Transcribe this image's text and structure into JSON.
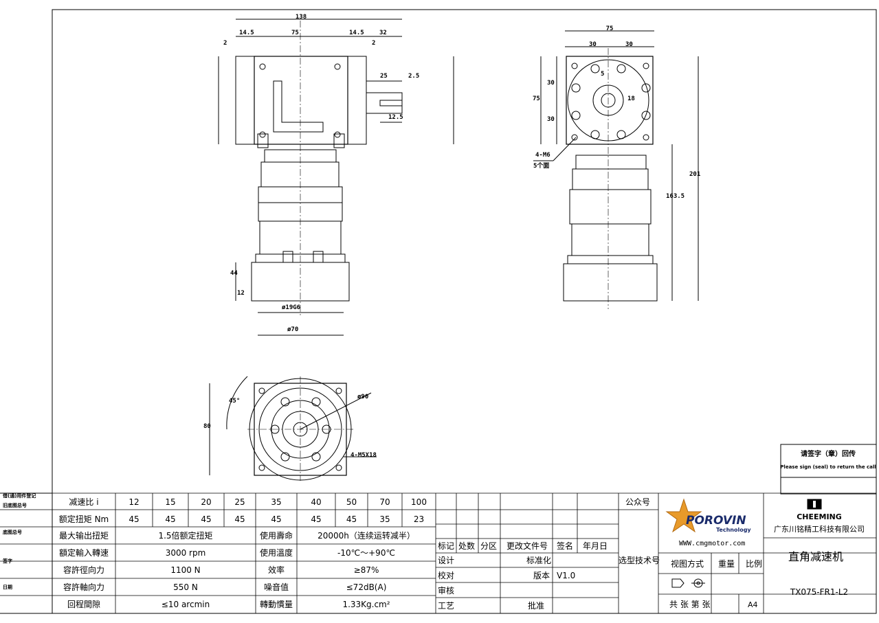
{
  "drawing": {
    "front_total": "138",
    "front_flange_l": "14.5",
    "front_square": "75",
    "front_flange_r": "14.5",
    "front_shaft": "32",
    "front_gap_l": "2",
    "front_gap_r": "2",
    "key_len": "25",
    "key_off": "2.5",
    "key_pos": "12.5",
    "base_h": "44",
    "base_lip": "12",
    "bore": "ø19G6",
    "pilot": "ø70",
    "side_width": "75",
    "side_half_l": "30",
    "side_half_r": "30",
    "side_height": "75",
    "side_v1": "30",
    "side_v2": "30",
    "side_key": "5",
    "side_shaft_h": "18",
    "overall": "201",
    "center": "163.5",
    "tap_note": "4-M6",
    "tap_faces": "5个面",
    "angle": "45°",
    "pcd": "ø90",
    "flange_sq": "80",
    "flange_holes": "4-M5X18"
  },
  "seal": {
    "cn": "请签字（章）回传",
    "en": "Please sign (seal) to return the call"
  },
  "left_strip": [
    "借(通)用件登记",
    "旧底图总号",
    "底图总号",
    "签字",
    "日期"
  ],
  "spec": {
    "ratio_label": "减速比 i",
    "ratios": [
      "12",
      "15",
      "20",
      "25",
      "35",
      "40",
      "50",
      "70",
      "100"
    ],
    "torque_label": "额定扭矩 Nm",
    "torques": [
      "45",
      "45",
      "45",
      "45",
      "45",
      "45",
      "45",
      "35",
      "23"
    ],
    "rows": [
      {
        "l1": "最大输出扭矩",
        "v1": "1.5倍额定扭矩",
        "l2": "使用壽命",
        "v2": "20000h（连续运转减半）"
      },
      {
        "l1": "額定輸入轉速",
        "v1": "3000 rpm",
        "l2": "使用溫度",
        "v2": "-10℃～+90℃"
      },
      {
        "l1": "容許徑向力",
        "v1": "1100 N",
        "l2": "效率",
        "v2": "≥87%"
      },
      {
        "l1": "容許軸向力",
        "v1": "550 N",
        "l2": "噪音值",
        "v2": "≤72dB(A)"
      },
      {
        "l1": "回程間隙",
        "v1": "≤10 arcmin",
        "l2": "轉動慣量",
        "v2": "1.33Kg.cm²"
      }
    ]
  },
  "revision": {
    "h0": "标记",
    "h1": "处数",
    "h2": "分区",
    "h3": "更改文件号",
    "h4": "签名",
    "h5": "年月日",
    "design": "设计",
    "standard": "标准化",
    "check": "校对",
    "version_label": "版本",
    "version": "V1.0",
    "review": "审核",
    "process": "工艺",
    "approve": "批准"
  },
  "title_block": {
    "public_account": "公众号",
    "select_tech": "选型技术号",
    "brand": "POROVIN",
    "brand_sub": "Technology",
    "website": "WWW.cmgmotor.com",
    "company_logo_text": "CHEEMING",
    "company": "广东川铭精工科技有限公司",
    "title": "直角减速机",
    "view_method": "视图方式",
    "weight": "重量",
    "scale": "比例",
    "sheets": "共 张 第 张",
    "paper": "A4",
    "part_number": "TX075-FR1-L2"
  }
}
